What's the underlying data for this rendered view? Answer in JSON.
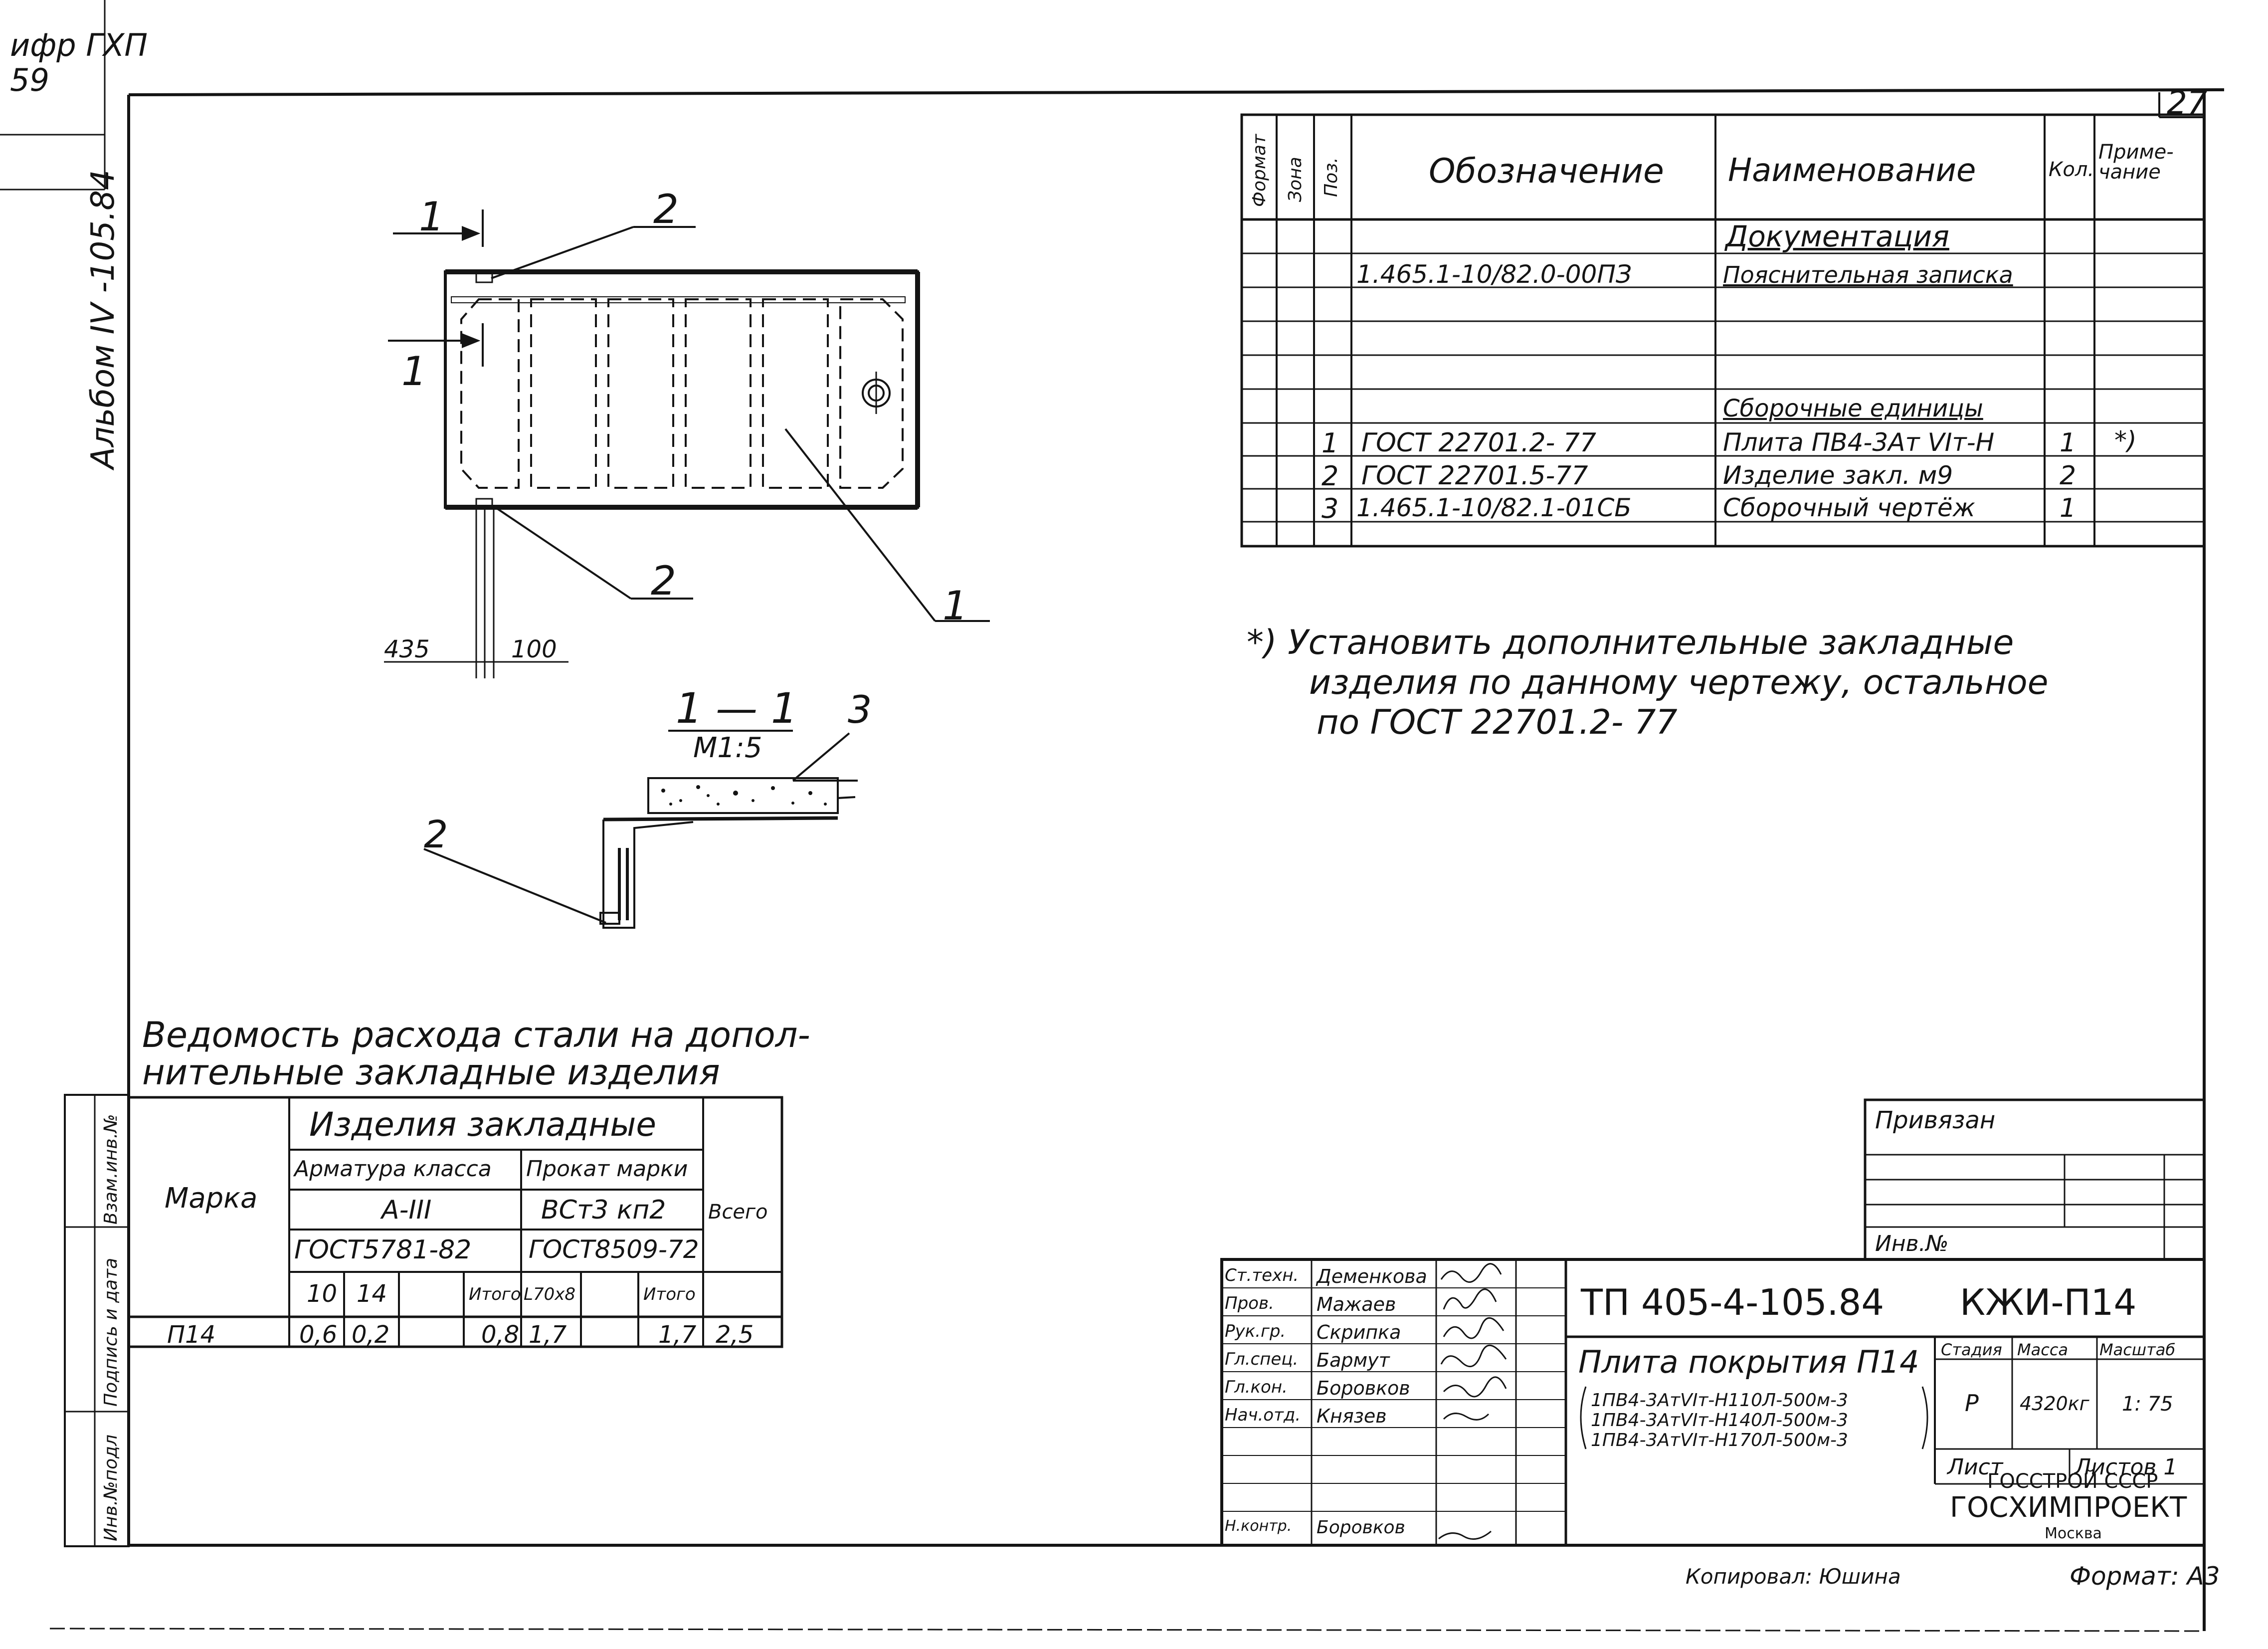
{
  "corner": {
    "line1": "ифр ГХП",
    "line2": "59"
  },
  "margin_album": "Альбом IV -105.84",
  "sheet_number": "27",
  "spec": {
    "headers": {
      "format": "Формат",
      "zone": "Зона",
      "pos": "Поз.",
      "designation": "Обозначение",
      "name": "Наименование",
      "qty": "Кол.",
      "note": "Приме-чание"
    },
    "section_docs": "Документация",
    "doc_row": {
      "designation": "1.465.1-10/82.0-00ПЗ",
      "name": "Пояснительная записка"
    },
    "section_assembly": "Сборочные единицы",
    "rows": [
      {
        "pos": "1",
        "designation": "ГОСТ 22701.2- 77",
        "name": "Плита ПВ4-3Ат VIт-Н",
        "qty": "1",
        "note": "*)"
      },
      {
        "pos": "2",
        "designation": "ГОСТ 22701.5-77",
        "name": "Изделие закл. м9",
        "qty": "2",
        "note": ""
      },
      {
        "pos": "3",
        "designation": "1.465.1-10/82.1-01СБ",
        "name": "Сборочный чертёж",
        "qty": "1",
        "note": ""
      }
    ]
  },
  "footnote": {
    "line1": "*) Установить дополнительные закладные",
    "line2": "изделия по данному чертежу, остальное",
    "line3": "по ГОСТ 22701.2- 77"
  },
  "plan": {
    "callout_1a": "1",
    "callout_1b": "1",
    "callout_2a": "2",
    "callout_2b": "2",
    "callout_1c": "1",
    "dim_435": "435",
    "dim_100": "100"
  },
  "section": {
    "title": "1 — 1",
    "scale": "М1:5",
    "callout_3": "3",
    "callout_2": "2"
  },
  "steel": {
    "title_line1": "Ведомость расхода стали на допол-",
    "title_line2": "нительные закладные изделия",
    "mark_header": "Марка",
    "group_header": "Изделия закладные",
    "rebar_header": "Арматура класса",
    "rebar_class": "А-III",
    "rebar_gost": "ГОСТ5781-82",
    "rolled_header": "Прокат марки",
    "rolled_grade": "ВСт3 кп2",
    "rolled_gost": "ГОСТ8509-72",
    "total_header": "Всего",
    "sub": {
      "d10": "10",
      "d14": "14",
      "itogo1": "Итого",
      "ugol": "L70х8",
      "itogo2": "Итого"
    },
    "row": {
      "mark": "П14",
      "d10": "0,6",
      "d14": "0,2",
      "itogo1": "0,8",
      "ugol": "1,7",
      "itogo2": "1,7",
      "total": "2,5"
    }
  },
  "left_stamp": {
    "inv_podl": "Инв.№подл",
    "podp_data": "Подпись и дата",
    "vzam_inv": "Взам.инв.№"
  },
  "privyazan": {
    "label": "Привязан",
    "inv": "Инв.№"
  },
  "title_block": {
    "roles": [
      "Ст.техн.",
      "Пров.",
      "Рук.гр.",
      "Гл.спец.",
      "Гл.кон.",
      "Нач.отд.",
      "",
      "",
      "",
      "Н.контр."
    ],
    "names": [
      "Деменкова",
      "Мажаев",
      "Скрипка",
      "Бармут",
      "Боровков",
      "Князев",
      "",
      "",
      "",
      "Боровков"
    ],
    "code": "ТП 405-4-105.84",
    "code_suffix": "КЖИ-П14",
    "object_title": "Плита покрытия П14",
    "variant1": "1ПВ4-3АтVIт-Н110Л-500м-3",
    "variant2": "1ПВ4-3АтVIт-Н140Л-500м-3",
    "variant3": "1ПВ4-3АтVIт-Н170Л-500м-3",
    "stage_h": "Стадия",
    "mass_h": "Масса",
    "scale_h": "Масштаб",
    "stage": "Р",
    "mass": "4320кг",
    "scale": "1: 75",
    "sheet_h": "Лист",
    "sheets_h": "Листов 1",
    "org1": "ГОССТРОЙ СССР",
    "org2": "ГОСХИМПРОЕКТ",
    "city": "Москва"
  },
  "bottom": {
    "copied": "Копировал: Юшина",
    "format": "Формат: А3"
  }
}
